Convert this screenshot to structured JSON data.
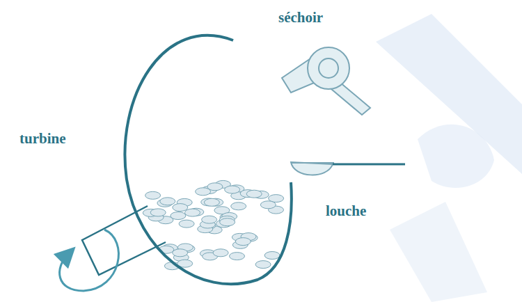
{
  "diagram": {
    "labels": [
      "séchoir",
      "turbine",
      "louche"
    ]
  }
}
